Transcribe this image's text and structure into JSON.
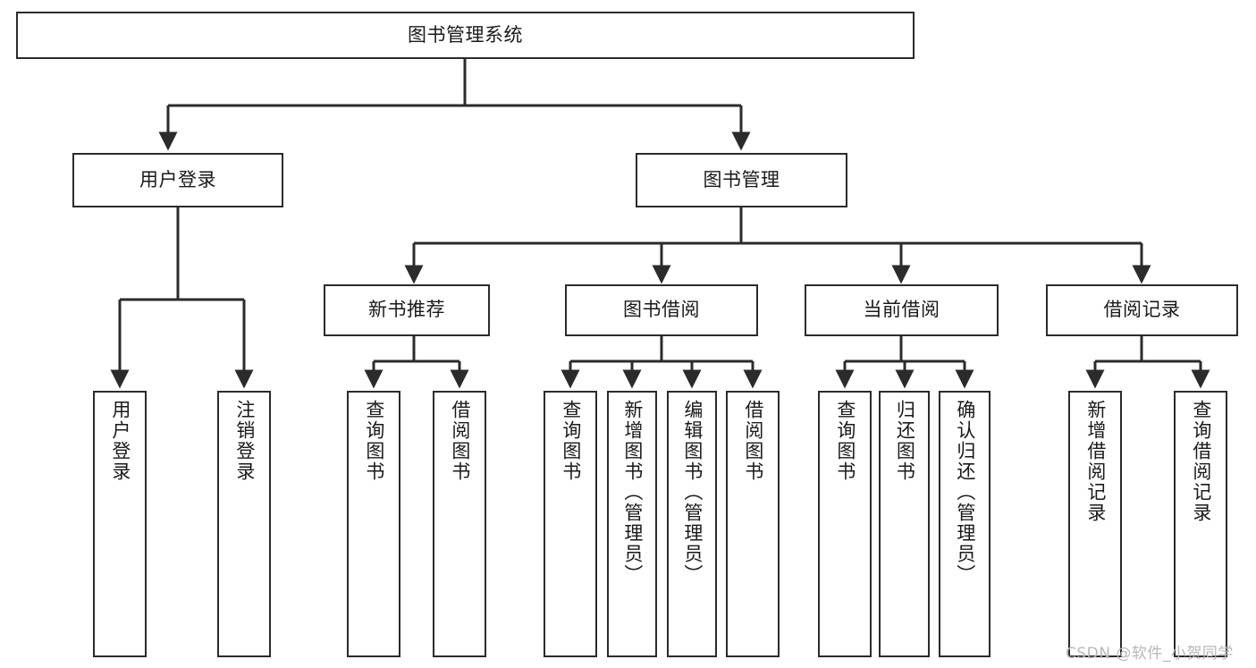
{
  "diagram": {
    "title": "图书管理系统",
    "type": "tree-hierarchy",
    "orientation": "top-down",
    "colors": {
      "box_border": "#2b2b2b",
      "box_fill": "#ffffff",
      "edge": "#2b2b2b",
      "text": "#1a1a1a",
      "watermark": "#b8b8b8",
      "background": "#ffffff"
    },
    "root": {
      "label": "图书管理系统"
    },
    "level2": [
      {
        "label": "用户登录"
      },
      {
        "label": "图书管理"
      }
    ],
    "level3": [
      {
        "label": "新书推荐"
      },
      {
        "label": "图书借阅"
      },
      {
        "label": "当前借阅"
      },
      {
        "label": "借阅记录"
      }
    ],
    "leaves": {
      "user_login": [
        {
          "label": "用户登录"
        },
        {
          "label": "注销登录"
        }
      ],
      "new_book_recommend": [
        {
          "label": "查询图书"
        },
        {
          "label": "借阅图书"
        }
      ],
      "book_borrow": [
        {
          "label": "查询图书"
        },
        {
          "label": "新增图书（管理员）"
        },
        {
          "label": "编辑图书（管理员）"
        },
        {
          "label": "借阅图书"
        }
      ],
      "current_borrow": [
        {
          "label": "查询图书"
        },
        {
          "label": "归还图书"
        },
        {
          "label": "确认归还（管理员）"
        }
      ],
      "borrow_record": [
        {
          "label": "新增借阅记录"
        },
        {
          "label": "查询借阅记录"
        }
      ]
    }
  },
  "watermark": {
    "text": "CSDN @软件_小贺同学"
  }
}
